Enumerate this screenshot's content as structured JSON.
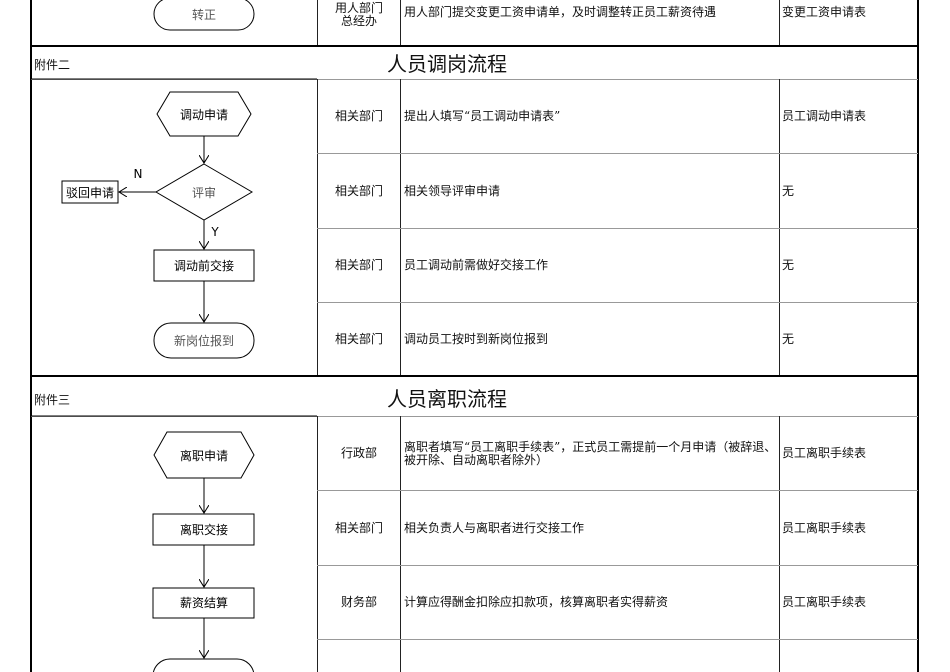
{
  "top": {
    "flow_end": "转正",
    "dept": "用人部门\n总经办",
    "desc": "用人部门提交变更工资申请单，及时调整转正员工薪资待遇",
    "form": "变更工资申请表"
  },
  "section2": {
    "label": "附件二",
    "title": "人员调岗流程",
    "flow": {
      "start": "调动申请",
      "decision": "评审",
      "reject": "驳回申请",
      "no": "N",
      "yes": "Y",
      "step": "调动前交接",
      "end": "新岗位报到"
    },
    "rows": [
      {
        "dept": "相关部门",
        "desc": "提出人填写“员工调动申请表”",
        "form": "员工调动申请表"
      },
      {
        "dept": "相关部门",
        "desc": "相关领导评审申请",
        "form": "无"
      },
      {
        "dept": "相关部门",
        "desc": "员工调动前需做好交接工作",
        "form": "无"
      },
      {
        "dept": "相关部门",
        "desc": "调动员工按时到新岗位报到",
        "form": "无"
      }
    ]
  },
  "section3": {
    "label": "附件三",
    "title": "人员离职流程",
    "flow": {
      "start": "离职申请",
      "step1": "离职交接",
      "step2": "薪资结算"
    },
    "rows": [
      {
        "dept": "行政部",
        "desc": "离职者填写“员工离职手续表”，正式员工需提前一个月申请（被辞退、被开除、自动离职者除外）",
        "form": "员工离职手续表"
      },
      {
        "dept": "相关部门",
        "desc": "相关负责人与离职者进行交接工作",
        "form": "员工离职手续表"
      },
      {
        "dept": "财务部",
        "desc": "计算应得酬金扣除应扣款项，核算离职者实得薪资",
        "form": "员工离职手续表"
      }
    ]
  }
}
